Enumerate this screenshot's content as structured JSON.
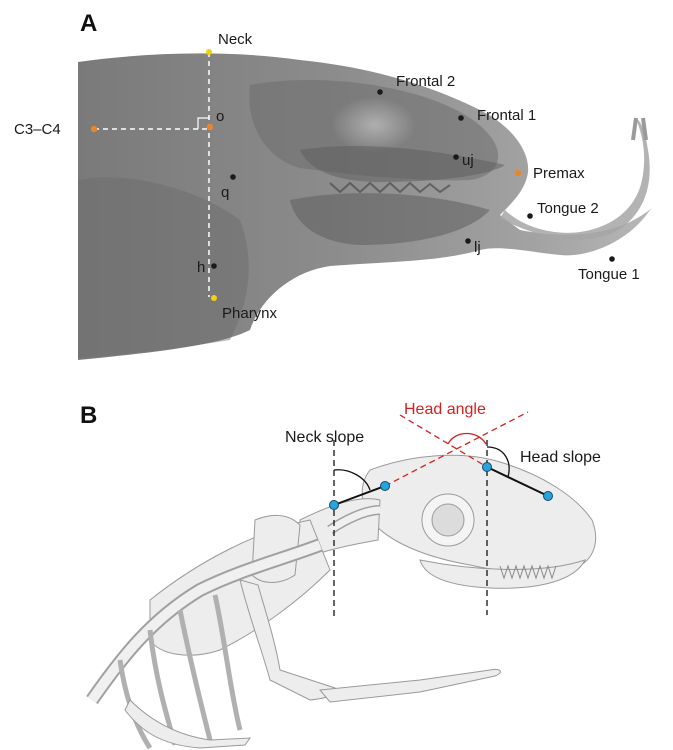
{
  "panels": {
    "a": {
      "letter": "A",
      "landmarks": {
        "neck": "Neck",
        "frontal2": "Frontal 2",
        "frontal1": "Frontal 1",
        "c3c4": "C3–C4",
        "o": "o",
        "uj": "uj",
        "premax": "Premax",
        "q": "q",
        "tongue2": "Tongue 2",
        "lj": "lj",
        "h": "h",
        "tongue1": "Tongue 1",
        "pharynx": "Pharynx"
      }
    },
    "b": {
      "letter": "B",
      "labels": {
        "head_angle": "Head angle",
        "neck_slope": "Neck slope",
        "head_slope": "Head slope"
      }
    }
  },
  "colors": {
    "neck_marker": "#f2d20c",
    "pharynx_marker": "#f2d20c",
    "orange_marker": "#e8862a",
    "black_marker": "#1a1a1a",
    "joint_marker": "#29a3dc",
    "angle_red": "#d62020"
  }
}
